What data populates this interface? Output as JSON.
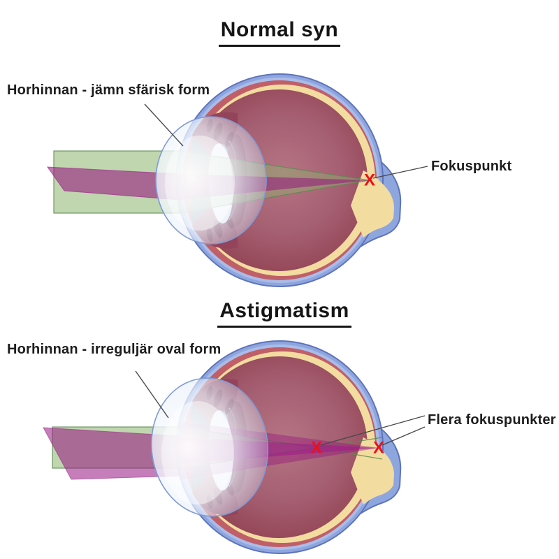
{
  "page": {
    "background": "#ffffff"
  },
  "panels": [
    {
      "title": "Normal syn",
      "cornea_label": "Horhinnan - jämn sfärisk form",
      "focus_label": "Fokuspunkt",
      "focal_marks": [
        "X"
      ]
    },
    {
      "title": "Astigmatism",
      "cornea_label": "Horhinnan - irreguljär oval form",
      "focus_label": "Flera fokuspunkter",
      "focal_marks": [
        "X",
        "X"
      ]
    }
  ],
  "colors": {
    "sclera_blue": "#8ea6de",
    "sclera_blue_light": "#aabce9",
    "sclera_border": "#5f73bd",
    "choroid_red": "#c05f68",
    "retina_cream": "#f3dca0",
    "vitreous_dark": "#8e3e53",
    "vitreous_light": "#b47582",
    "beam_green": "#8cb46e",
    "beam_green_edge": "#5c8a50",
    "beam_magenta": "#96147f",
    "beam_magenta_core": "#a1138b",
    "focal_x": "#ea1118",
    "pointer_line": "#4a4a4a",
    "text_color": "#1d1d1d"
  }
}
